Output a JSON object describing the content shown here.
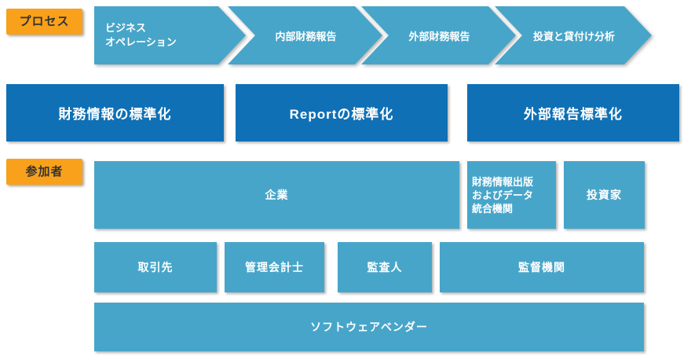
{
  "colors": {
    "light_blue": "#47A5C9",
    "dark_blue": "#0F70B5",
    "orange": "#F9A11B",
    "label_text": "#333333",
    "box_text": "#FFFFFF"
  },
  "process_row": {
    "label": "プロセス",
    "arrows": [
      {
        "line1": "ビジネス",
        "line2": "オペレーション"
      },
      {
        "line1": "内部財務報告"
      },
      {
        "line1": "外部財務報告"
      },
      {
        "line1": "投資と貸付け分析"
      }
    ]
  },
  "standardization_row": {
    "boxes": [
      {
        "label": "財務情報の標準化"
      },
      {
        "label": "Reportの標準化"
      },
      {
        "label": "外部報告標準化"
      }
    ]
  },
  "participants_row": {
    "label": "参加者",
    "row1": [
      {
        "label": "企業"
      },
      {
        "line1": "財務情報出版",
        "line2": "およびデータ",
        "line3": "統合機関"
      },
      {
        "label": "投資家"
      }
    ],
    "row2": [
      {
        "label": "取引先"
      },
      {
        "label": "管理会計士"
      },
      {
        "label": "監査人"
      },
      {
        "label": "監督機関"
      }
    ],
    "row3": [
      {
        "label": "ソフトウェアベンダー"
      }
    ]
  }
}
